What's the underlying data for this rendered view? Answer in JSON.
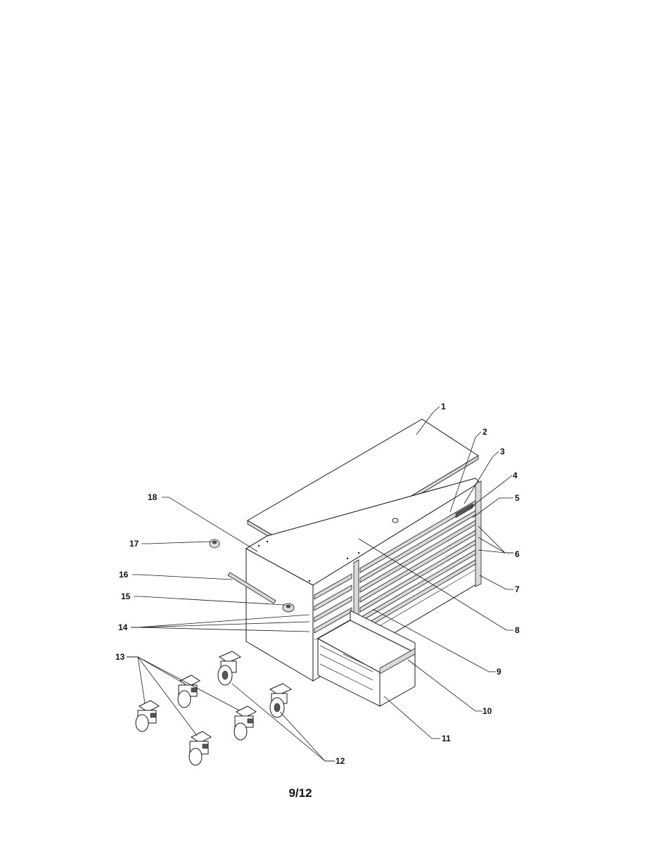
{
  "callouts": [
    "1",
    "2",
    "3",
    "4",
    "5",
    "6",
    "7",
    "8",
    "9",
    "10",
    "11",
    "12",
    "13",
    "14",
    "15",
    "16",
    "17",
    "18"
  ],
  "page_number": "9/12"
}
